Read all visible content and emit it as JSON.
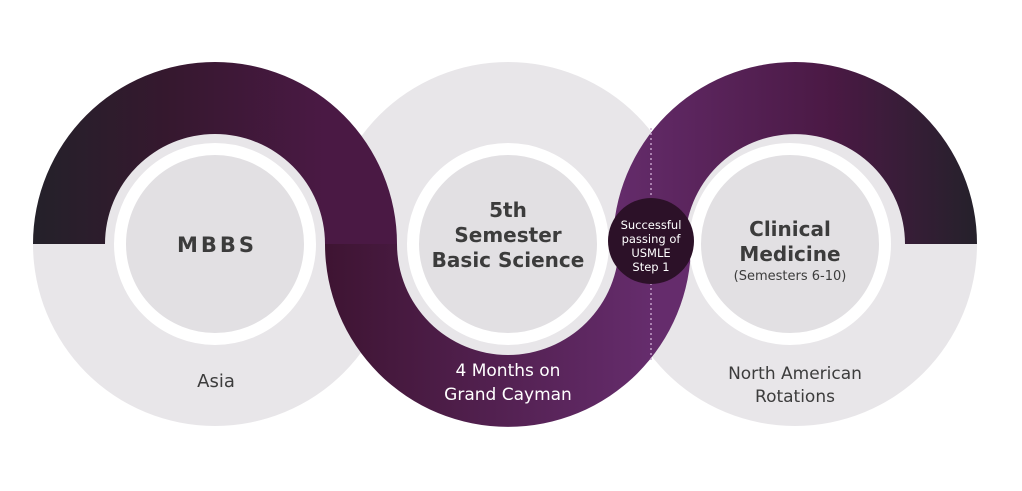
{
  "stages": [
    {
      "title_lines": [
        "MBBS"
      ],
      "caption_lines": [
        "Asia"
      ]
    },
    {
      "title_lines": [
        "5th",
        "Semester",
        "Basic Science"
      ],
      "caption_lines": [
        "4 Months on",
        "Grand Cayman"
      ]
    },
    {
      "title_lines": [
        "Clinical",
        "Medicine"
      ],
      "subtitle": "(Semesters 6-10)",
      "caption_lines": [
        "North American",
        "Rotations"
      ]
    }
  ],
  "milestone": {
    "lines": [
      "Successful",
      "passing of",
      "USMLE",
      "Step 1"
    ]
  },
  "colors": {
    "ring_light": "#e8e6e9",
    "inner_circle": "#e2e0e3",
    "inner_border": "#ffffff",
    "purple_dark": "#3e1432",
    "purple_mid": "#4d1a47",
    "purple_light": "#652c6c",
    "charcoal": "#24212a",
    "badge": "#2c1128",
    "text": "#3c3c3c"
  }
}
